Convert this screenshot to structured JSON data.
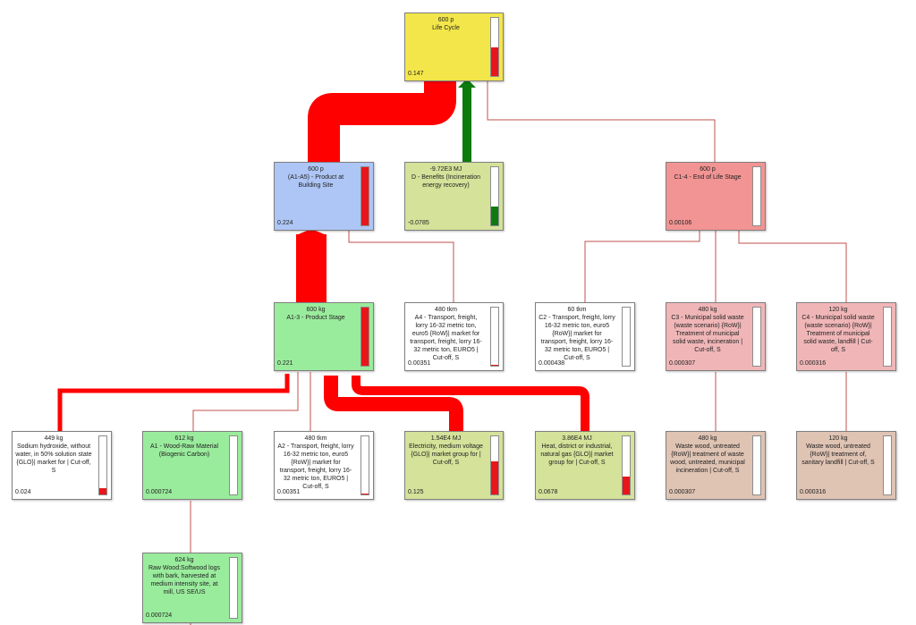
{
  "colors": {
    "positive_flow": "#ff0000",
    "negative_flow": "#0d7a0d",
    "thin_link": "#c0504d"
  },
  "nodes": {
    "life_cycle": {
      "amount": "600 p",
      "label": "Life Cycle",
      "result": "0.147",
      "share": 0.5,
      "color": "#f3e64a",
      "bar_color": "#e8161a"
    },
    "product_at_building_site": {
      "amount": "600 p",
      "label": "(A1-A5) - Product at Building Site",
      "result": "0.224",
      "share": 1.0,
      "color": "#aec6f5",
      "bar_color": "#e8161a"
    },
    "benefits": {
      "amount": "-9.72E3 MJ",
      "label": "D - Benefits (Incineration energy recovery)",
      "result": "-0.0785",
      "share": 0.33,
      "color": "#d4e29a",
      "bar_color": "#0d7a0d"
    },
    "end_of_life": {
      "amount": "600 p",
      "label": "C1-4 - End of Life Stage",
      "result": "0.00106",
      "share": 0.0,
      "color": "#f29493",
      "bar_color": "#e8161a"
    },
    "product_stage": {
      "amount": "600 kg",
      "label": "A1-3 - Product Stage",
      "result": "0.221",
      "share": 1.0,
      "color": "#9aec9d",
      "bar_color": "#e8161a"
    },
    "a4_transport": {
      "amount": "480 tkm",
      "label": "A4 - Transport, freight, lorry 16-32 metric ton, euro5 {RoW}| market for transport, freight, lorry 16-32 metric ton, EURO5 | Cut-off, S",
      "result": "0.00351",
      "share": 0.02,
      "color": "#ffffff",
      "bar_color": "#e8161a"
    },
    "c2_transport": {
      "amount": "60 tkm",
      "label": "C2 - Transport, freight, lorry 16-32 metric ton, euro5 {RoW}| market for transport, freight, lorry 16-32 metric ton, EURO5 | Cut-off, S",
      "result": "0.000438",
      "share": 0.0,
      "color": "#ffffff",
      "bar_color": "#e8161a"
    },
    "c3_waste": {
      "amount": "480 kg",
      "label": "C3 - Municipal solid waste (waste scenario) {RoW}| Treatment of municipal solid waste, incineration | Cut-off, S",
      "result": "0.000307",
      "share": 0.0,
      "color": "#f0b6b7",
      "bar_color": "#e8161a"
    },
    "c4_waste": {
      "amount": "120 kg",
      "label": "C4 - Municipal solid waste (waste scenario) {RoW}| Treatment of municipal solid waste, landfill | Cut-off, S",
      "result": "0.000316",
      "share": 0.0,
      "color": "#f0b6b7",
      "bar_color": "#e8161a"
    },
    "sodium_hydroxide": {
      "amount": "449 kg",
      "label": "Sodium hydroxide, without water, in 50% solution state {GLO}| market for | Cut-off, S",
      "result": "0.024",
      "share": 0.11,
      "color": "#ffffff",
      "bar_color": "#e8161a"
    },
    "wood_raw_material": {
      "amount": "612 kg",
      "label": "A1 - Wood-Raw Material (Biogenic Carbon)",
      "result": "0.000724",
      "share": 0.0,
      "color": "#9aec9d",
      "bar_color": "#e8161a"
    },
    "a2_transport": {
      "amount": "480 tkm",
      "label": "A2 - Transport, freight, lorry 16-32 metric ton, euro5 {RoW}| market for transport, freight, lorry 16-32 metric ton, EURO5 | Cut-off, S",
      "result": "0.00351",
      "share": 0.02,
      "color": "#ffffff",
      "bar_color": "#e8161a"
    },
    "electricity": {
      "amount": "1.54E4 MJ",
      "label": "Electricity, medium voltage {GLO}| market group for | Cut-off, S",
      "result": "0.125",
      "share": 0.57,
      "color": "#d4e29a",
      "bar_color": "#e8161a"
    },
    "heat": {
      "amount": "3.86E4 MJ",
      "label": "Heat, district or industrial, natural gas {GLO}| market group for | Cut-off, S",
      "result": "0.0678",
      "share": 0.31,
      "color": "#d4e29a",
      "bar_color": "#e8161a"
    },
    "waste_wood_incineration": {
      "amount": "480 kg",
      "label": "Waste wood, untreated {RoW}| treatment of waste wood, untreated, municipal incineration | Cut-off, S",
      "result": "0.000307",
      "share": 0.0,
      "color": "#dfc3b3",
      "bar_color": "#e8161a"
    },
    "waste_wood_landfill": {
      "amount": "120 kg",
      "label": "Waste wood, untreated {RoW}| treatment of, sanitary landfill | Cut-off, S",
      "result": "0.000316",
      "share": 0.0,
      "color": "#dfc3b3",
      "bar_color": "#e8161a"
    },
    "raw_wood": {
      "amount": "624 kg",
      "label": "Raw Wood:Softwood logs with bark, harvested at medium intensity site, at mill, US SE/US",
      "result": "0.000724",
      "share": 0.0,
      "color": "#9aec9d",
      "bar_color": "#e8161a"
    }
  }
}
